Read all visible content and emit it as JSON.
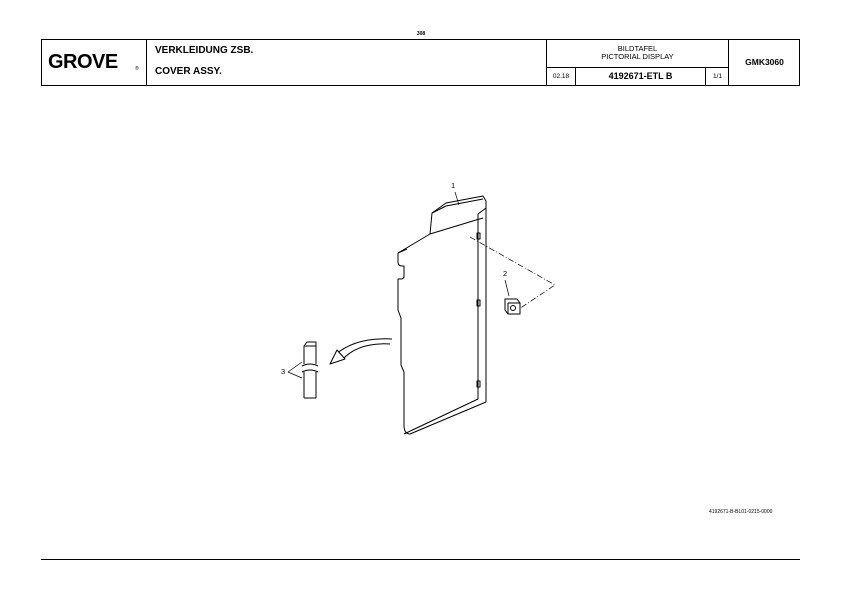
{
  "page_number": "308",
  "header": {
    "logo_text": "GROVE",
    "logo_reg": "®",
    "title_de": "VERKLEIDUNG ZSB.",
    "title_en": "COVER ASSY.",
    "bildtafel_de": "BILDTAFEL",
    "bildtafel_en": "PICTORIAL DISPLAY",
    "date": "02.18",
    "drawing_number": "4192671-ETL B",
    "sheet": "1/1",
    "model": "GMK3060"
  },
  "callouts": {
    "item1": "1",
    "item2": "2",
    "item3": "3"
  },
  "footer": {
    "drawing_id": "4192671-B-BL01-0215-0000"
  }
}
